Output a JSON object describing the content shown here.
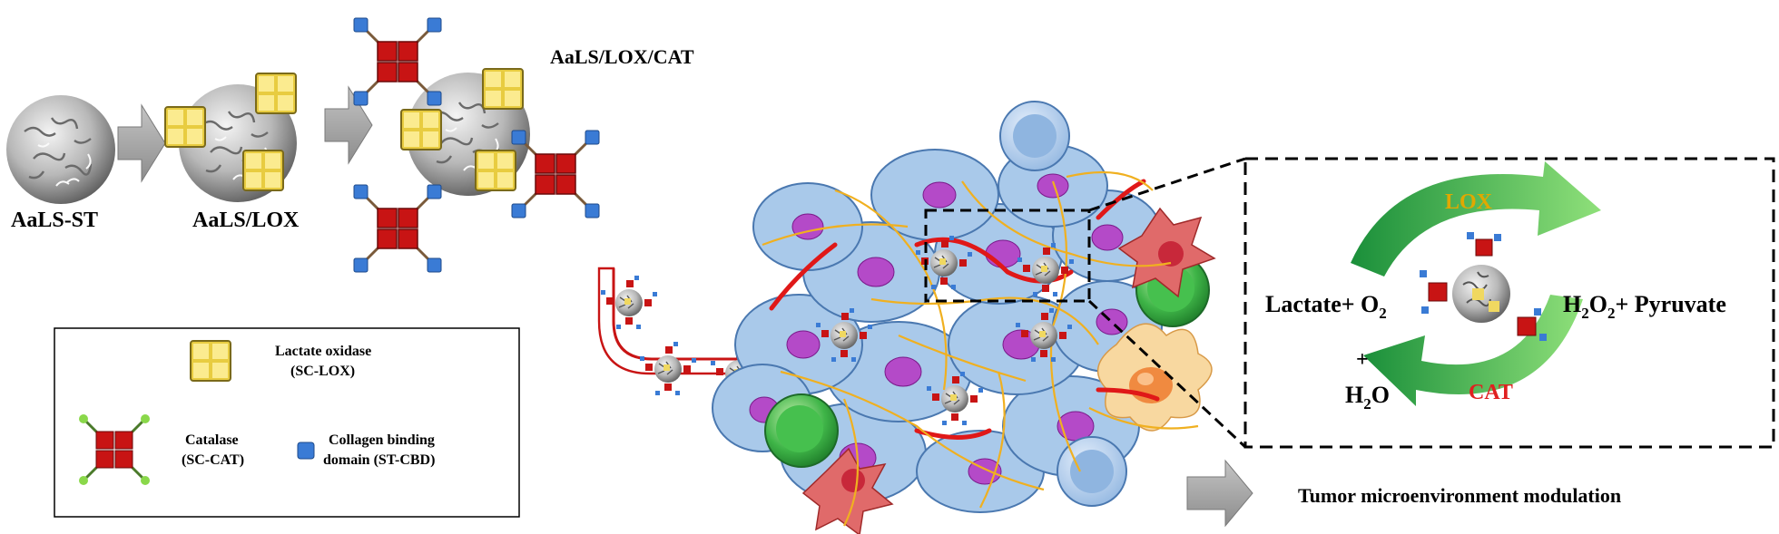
{
  "labels": {
    "aals_st": "AaLS-ST",
    "aals_lox": "AaLS/LOX",
    "aals_lox_cat": "AaLS/LOX/CAT",
    "tumor_modulation": "Tumor microenvironment modulation"
  },
  "legend": {
    "lox_line1": "Lactate oxidase",
    "lox_line2": "(SC-LOX)",
    "cat_line1": "Catalase",
    "cat_line2": "(SC-CAT)",
    "cbd_line1": "Collagen binding",
    "cbd_line2": "domain (ST-CBD)"
  },
  "reaction": {
    "lox": "LOX",
    "cat": "CAT",
    "lactate": "Lactate+ O",
    "lactate_sub": "2",
    "h2o2_h": "H",
    "h2o2_sub1": "2",
    "h2o2_o": "O",
    "h2o2_sub2": "2",
    "pyruvate": "+ Pyruvate",
    "plus": "+",
    "h2o_h": "H",
    "h2o_sub": "2",
    "h2o_o": "O"
  },
  "colors": {
    "lox_text": "#e0a800",
    "cat_text": "#e02020",
    "lox_block": "#f0d860",
    "cat_block": "#c81414",
    "cbd_block": "#3a7bd5",
    "arrow_gray": "#a6a6a6",
    "cycle_green": "#1fae4b",
    "cell_blue": "#a9c9ea",
    "nucleus": "#b44ac8",
    "collagen_red": "#e01818",
    "fiber_yellow": "#f0b020"
  }
}
